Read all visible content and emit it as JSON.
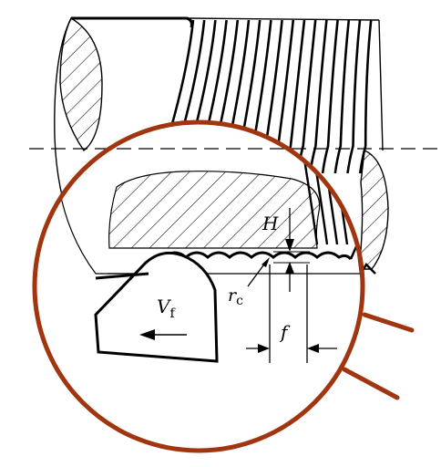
{
  "diagram": {
    "labels": {
      "feed_velocity": "V",
      "feed_velocity_sub": "f",
      "nose_radius": "r",
      "nose_radius_sub": "c",
      "residual_height": "H",
      "feed": "f"
    },
    "colors": {
      "magnifier_ring": "#A0350F",
      "line": "#000000",
      "background": "#FFFFFF"
    }
  }
}
